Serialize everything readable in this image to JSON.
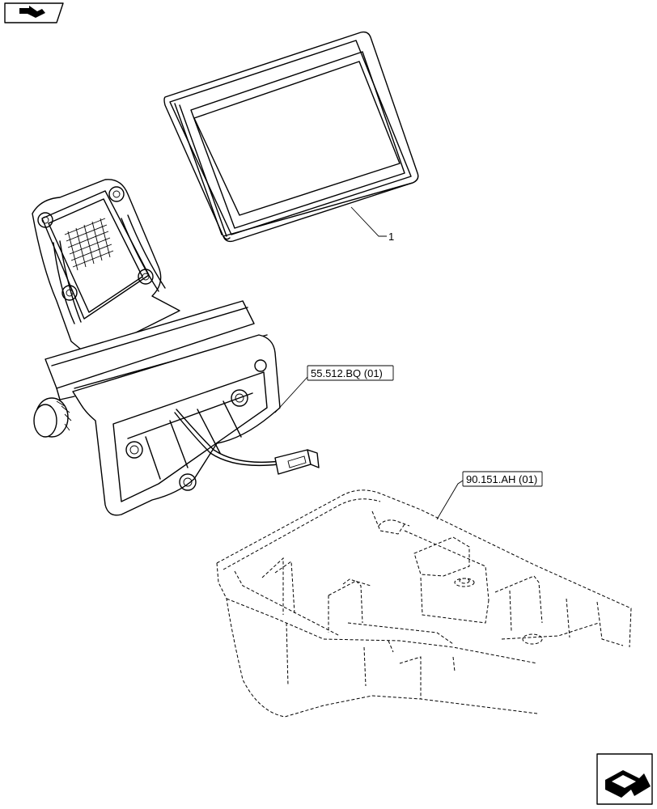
{
  "callouts": {
    "item_1": "1",
    "ref_console_bracket": "55.512.BQ (01)",
    "ref_armrest_console": "90.151.AH (01)"
  },
  "icons": {
    "top_left": "previous-page-arrow-icon",
    "bottom_right": "next-page-arrow-icon"
  }
}
